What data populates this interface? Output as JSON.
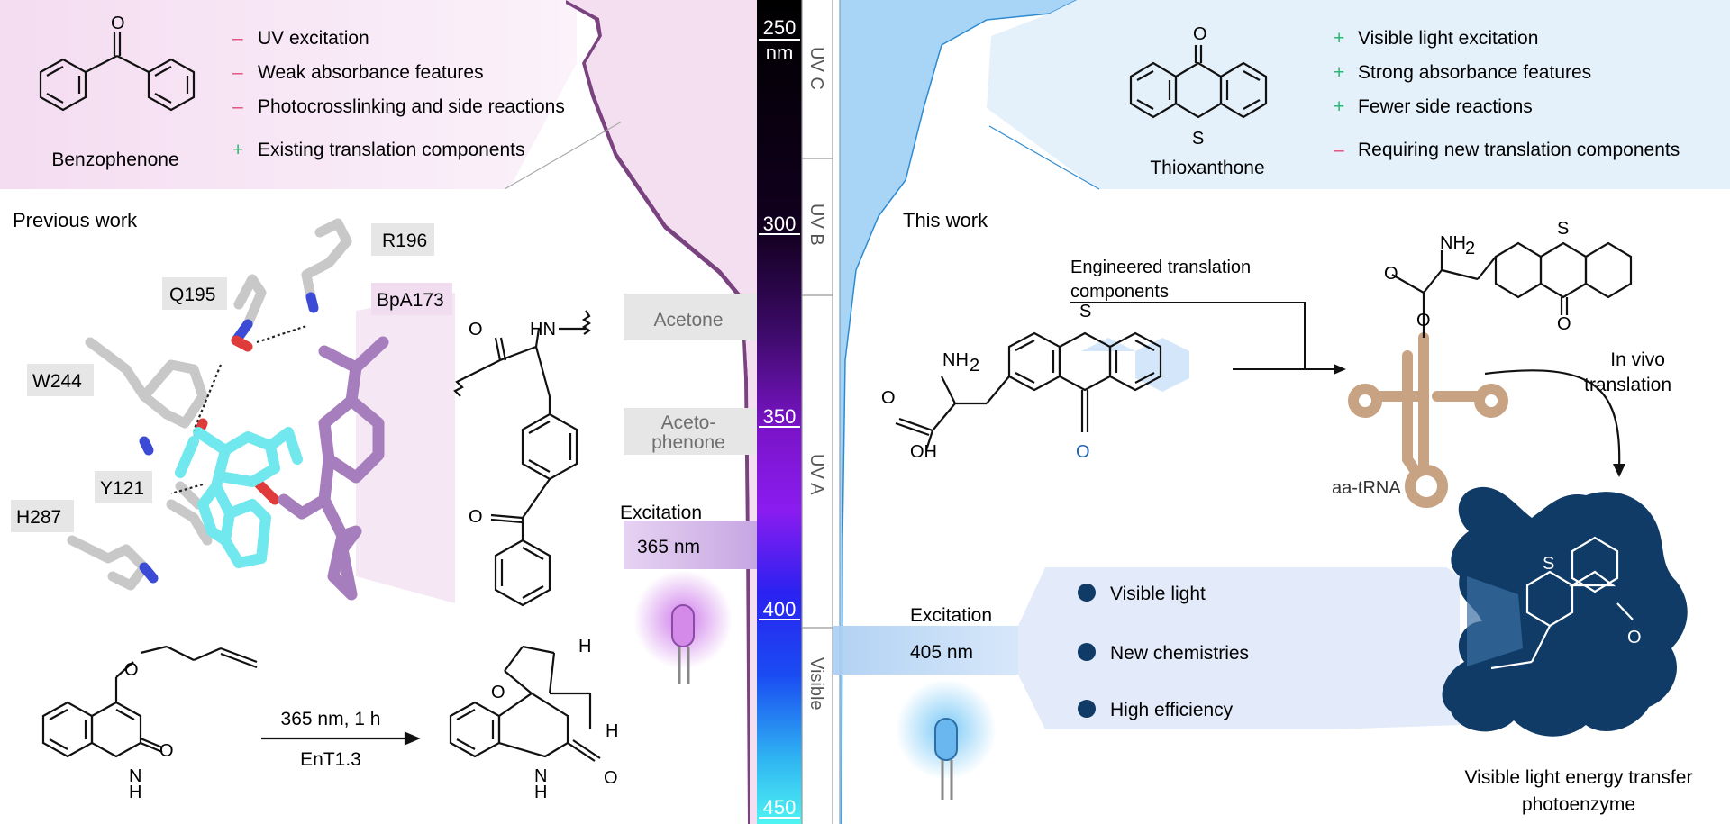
{
  "left_box": {
    "molecule": "Benzophenone",
    "items": [
      {
        "sign": "–",
        "text": "UV excitation",
        "color": "#e0507a"
      },
      {
        "sign": "–",
        "text": "Weak absorbance features",
        "color": "#e0507a"
      },
      {
        "sign": "–",
        "text": "Photocrosslinking and side reactions",
        "color": "#e0507a"
      },
      {
        "sign": "+",
        "text": "Existing translation components",
        "color": "#2bb673"
      }
    ]
  },
  "right_box": {
    "molecule": "Thioxanthone",
    "items": [
      {
        "sign": "+",
        "text": "Visible light excitation",
        "color": "#2bb673"
      },
      {
        "sign": "+",
        "text": "Strong absorbance features",
        "color": "#2bb673"
      },
      {
        "sign": "+",
        "text": "Fewer side reactions",
        "color": "#2bb673"
      },
      {
        "sign": "–",
        "text": "Requiring new translation components",
        "color": "#e0507a"
      }
    ]
  },
  "previous_work": {
    "title": "Previous work",
    "residues": [
      "R196",
      "Q195",
      "BpA173",
      "W244",
      "Y121",
      "H287"
    ],
    "reaction_conditions": [
      "365 nm, 1 h",
      "EnT1.3"
    ],
    "chem_labels": {
      "nh": "HN",
      "o": "O",
      "h": "H",
      "n_h": "N",
      "h2": "H"
    }
  },
  "spectrum": {
    "ticks": [
      "250",
      "nm",
      "300",
      "350",
      "400",
      "450"
    ],
    "bands": [
      "UV C",
      "UV B",
      "UV A",
      "Visible"
    ],
    "markers": [
      "Acetone",
      "Aceto-",
      "phenone"
    ],
    "excitation_left": {
      "label": "Excitation",
      "value": "365 nm"
    },
    "excitation_right": {
      "label": "Excitation",
      "value": "405 nm"
    }
  },
  "this_work": {
    "title": "This work",
    "engineered": [
      "Engineered translation",
      "components"
    ],
    "trna": "aa-tRNA",
    "in_vivo": [
      "In vivo",
      "translation"
    ],
    "features": [
      "Visible light",
      "New chemistries",
      "High efficiency"
    ],
    "photoenzyme": [
      "Visible light energy transfer",
      "photoenzyme"
    ],
    "chem_labels": {
      "nh2": "NH",
      "sub2": "2",
      "oh": "OH",
      "o": "O",
      "s": "S"
    }
  },
  "colors": {
    "left_tint": "#f6e3f3",
    "right_tint": "#e3f1fb",
    "purple": "#b48bd1",
    "blue_curve": "#a9d6f7",
    "enzyme": "#0f3b66",
    "trna": "#c7a283",
    "feature_dot": "#0f3b66"
  }
}
